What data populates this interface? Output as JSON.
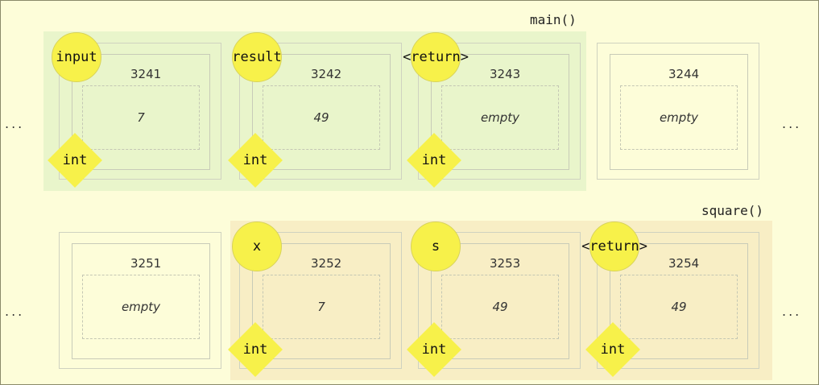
{
  "frames": {
    "main": "main()",
    "square": "square()"
  },
  "ellipsis": "...",
  "rows": [
    [
      {
        "address": "3241",
        "value": "7",
        "name": "input",
        "type": "int"
      },
      {
        "address": "3242",
        "value": "49",
        "name": "result",
        "type": "int"
      },
      {
        "address": "3243",
        "value": "empty",
        "name": "<return>",
        "type": "int"
      },
      {
        "address": "3244",
        "value": "empty"
      }
    ],
    [
      {
        "address": "3251",
        "value": "empty"
      },
      {
        "address": "3252",
        "value": "7",
        "name": "x",
        "type": "int"
      },
      {
        "address": "3253",
        "value": "49",
        "name": "s",
        "type": "int"
      },
      {
        "address": "3254",
        "value": "49",
        "name": "<return>",
        "type": "int"
      }
    ]
  ]
}
